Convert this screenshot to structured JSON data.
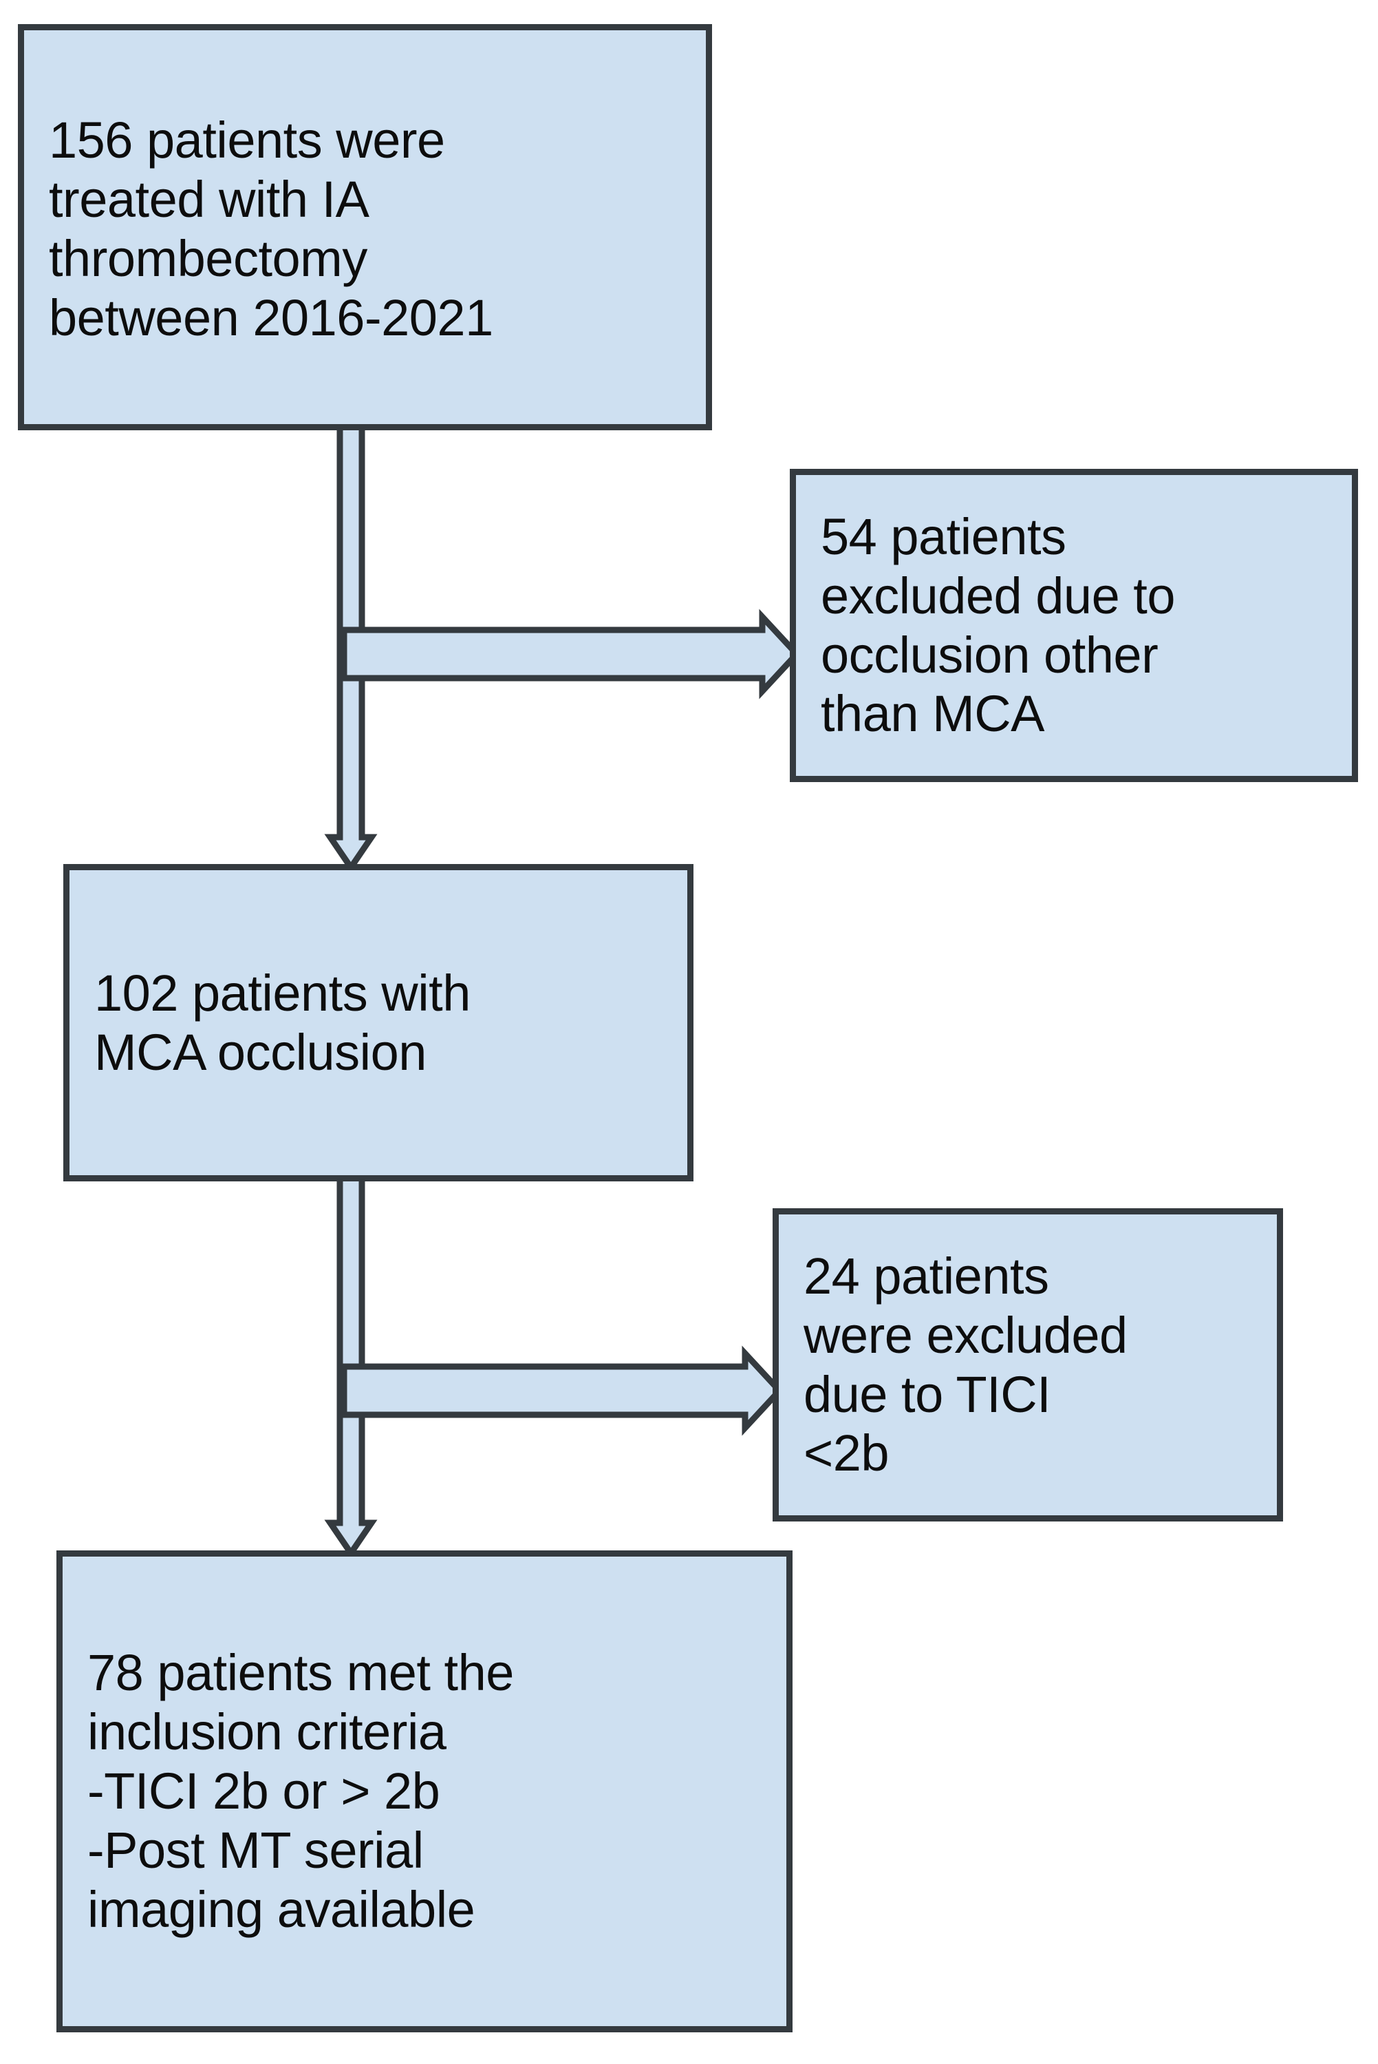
{
  "figure": {
    "type": "flowchart",
    "orientation": "top-to-bottom",
    "palette": {
      "node_fill": "#cee0f1",
      "node_border": "#343a3f",
      "arrow_fill": "#cee0f1",
      "arrow_border": "#343a3f",
      "text": "#0d0d0d",
      "background": "#ffffff"
    }
  },
  "nodes": {
    "screened": {
      "id": "screened",
      "count": 156,
      "text": "156 patients were treated with IA thrombectomy between 2016-2021",
      "lines": "156 patients were\ntreated with IA\nthrombectomy\nbetween 2016-2021"
    },
    "excluded_1": {
      "id": "excluded_1",
      "count": 54,
      "text": "54 patients excluded due to occlusion other than MCA",
      "lines": "54 patients\nexcluded due to\nocclusion other\nthan MCA"
    },
    "mca": {
      "id": "mca",
      "count": 102,
      "text": "102 patients with MCA occlusion",
      "lines": "102 patients with\nMCA occlusion"
    },
    "excluded_2": {
      "id": "excluded_2",
      "count": 24,
      "text": "24 patients were excluded due to TICI <2b",
      "lines": "24 patients\nwere excluded\ndue to TICI\n<2b"
    },
    "included": {
      "id": "included",
      "count": 78,
      "text": "78 patients met the inclusion criteria -TICI 2b or > 2b -Post MT serial imaging available",
      "lines": "78 patients met the\ninclusion criteria\n-TICI 2b or > 2b\n-Post MT serial\nimaging available"
    }
  },
  "edges": [
    {
      "id": "screened-to-mca",
      "from": "screened",
      "to": "mca",
      "direction": "down",
      "label": ""
    },
    {
      "id": "screened-to-excl1",
      "from": "screened",
      "to": "excluded_1",
      "direction": "right",
      "label": ""
    },
    {
      "id": "mca-to-included",
      "from": "mca",
      "to": "included",
      "direction": "down",
      "label": ""
    },
    {
      "id": "mca-to-excl2",
      "from": "mca",
      "to": "excluded_2",
      "direction": "right",
      "label": ""
    }
  ]
}
